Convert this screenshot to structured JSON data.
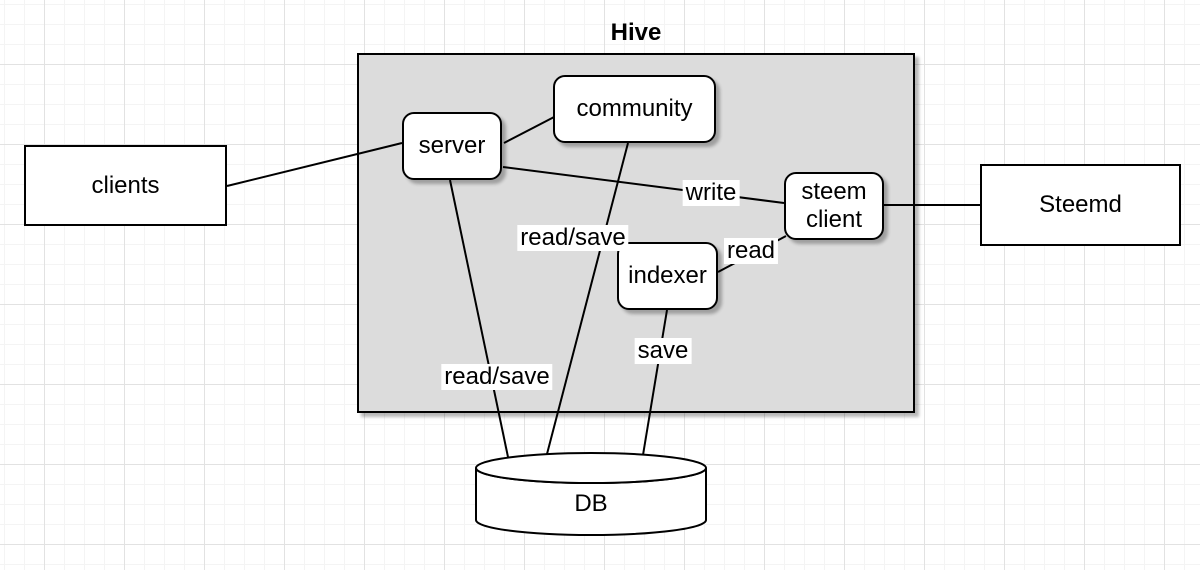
{
  "diagram": {
    "container": {
      "label": "Hive"
    },
    "nodes": [
      {
        "id": "clients",
        "label": "clients",
        "shape": "rectangle"
      },
      {
        "id": "server",
        "label": "server",
        "shape": "rounded"
      },
      {
        "id": "community",
        "label": "community",
        "shape": "rounded"
      },
      {
        "id": "indexer",
        "label": "indexer",
        "shape": "rounded"
      },
      {
        "id": "steem-client",
        "label": "steem\nclient",
        "shape": "rounded"
      },
      {
        "id": "steemd",
        "label": "Steemd",
        "shape": "rectangle"
      },
      {
        "id": "db",
        "label": "DB",
        "shape": "cylinder"
      }
    ],
    "edges": [
      {
        "from": "clients",
        "to": "server",
        "label": ""
      },
      {
        "from": "server",
        "to": "community",
        "label": ""
      },
      {
        "from": "server",
        "to": "steem-client",
        "label": "write"
      },
      {
        "from": "server",
        "to": "db",
        "label": "read/save"
      },
      {
        "from": "community",
        "to": "db",
        "label": "read/save"
      },
      {
        "from": "indexer",
        "to": "db",
        "label": "save"
      },
      {
        "from": "indexer",
        "to": "steem-client",
        "label": "read"
      },
      {
        "from": "steem-client",
        "to": "steemd",
        "label": ""
      }
    ],
    "colors": {
      "container_fill": "#dcdcdc",
      "node_fill": "#ffffff",
      "stroke": "#000000",
      "grid_minor": "#f4f4f4",
      "grid_major": "#e2e2e2",
      "background": "#ffffff"
    }
  }
}
